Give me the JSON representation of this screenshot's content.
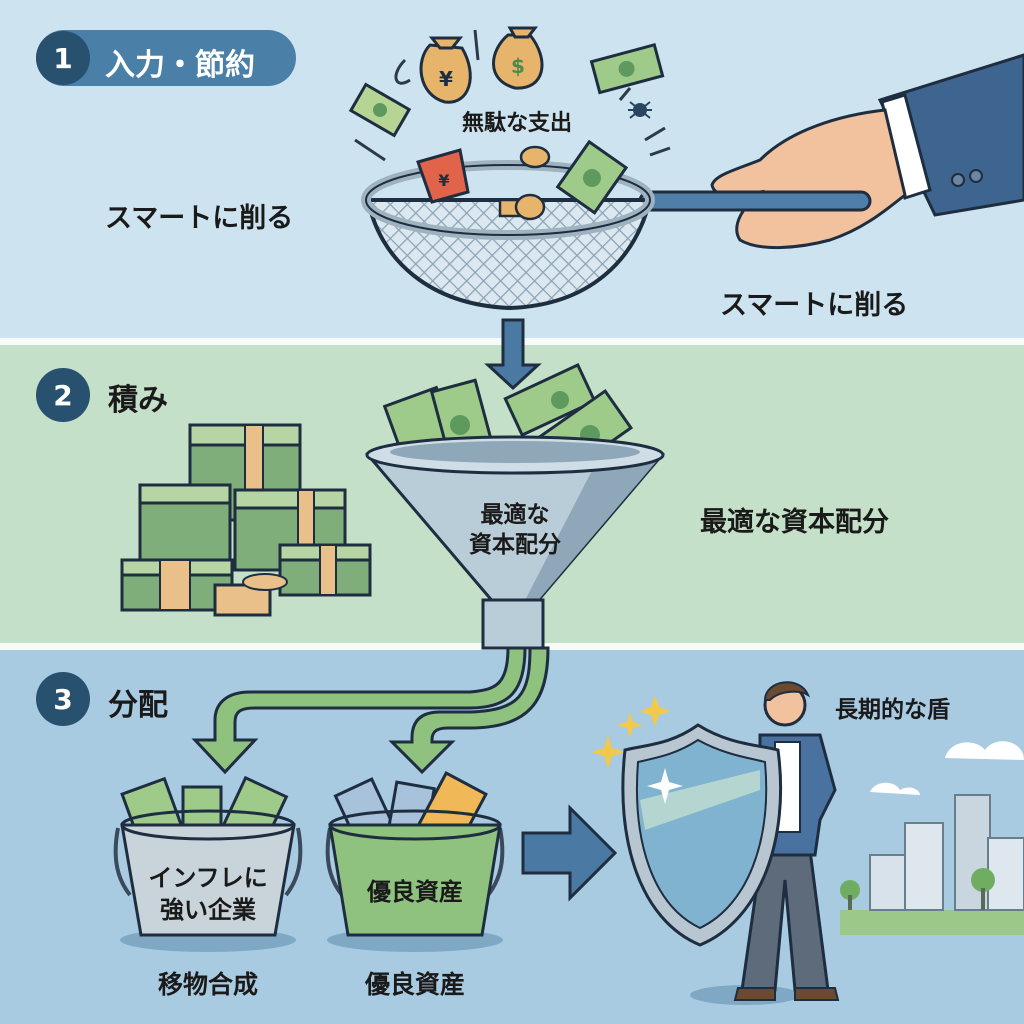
{
  "steps": [
    {
      "number": "1",
      "title": "入力・節約"
    },
    {
      "number": "2",
      "title": "積み"
    },
    {
      "number": "3",
      "title": "分配"
    }
  ],
  "step1": {
    "waste_label": "無駄な支出",
    "left_caption": "スマートに削る",
    "right_caption": "スマートに削る",
    "yen_symbol": "¥",
    "dollar_symbol": "$"
  },
  "step2": {
    "funnel_label_line1": "最適な",
    "funnel_label_line2": "資本配分",
    "right_caption": "最適な資本配分"
  },
  "step3": {
    "bucket1_label_line1": "インフレに",
    "bucket1_label_line2": "強い企業",
    "bucket1_caption": "移物合成",
    "bucket2_label": "優良資産",
    "bucket2_caption": "優良資産",
    "shield_caption": "長期的な盾"
  },
  "colors": {
    "section1_bg": "#cde4f0",
    "section2_bg": "#c5e0c8",
    "section3_bg": "#a8cbe2",
    "badge_dark": "#28506f",
    "badge_pill": "#4a7fa8",
    "arrow_blue": "#4a7aa3",
    "arrow_green": "#8fc27e",
    "money_green": "#9fcb8a",
    "band_tan": "#e9c08a"
  }
}
